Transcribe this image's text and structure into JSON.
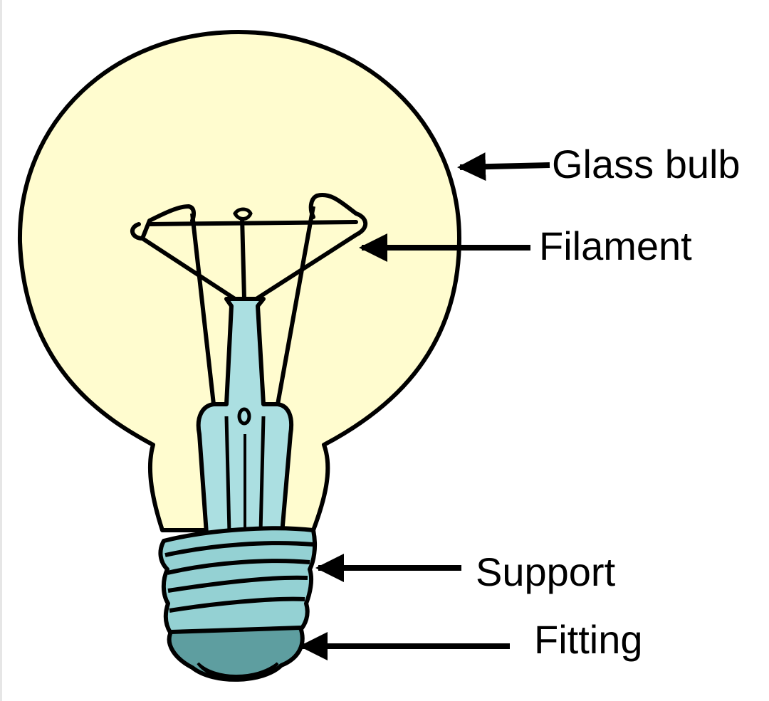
{
  "labels": {
    "glass_bulb": "Glass bulb",
    "filament": "Filament",
    "support": "Support",
    "fitting": "Fitting"
  },
  "colors": {
    "glass": "#FFFCCF",
    "stem": "#ABDFE1",
    "screw": "#94D1D3",
    "base": "#5E9EA0",
    "outline": "#000000"
  }
}
